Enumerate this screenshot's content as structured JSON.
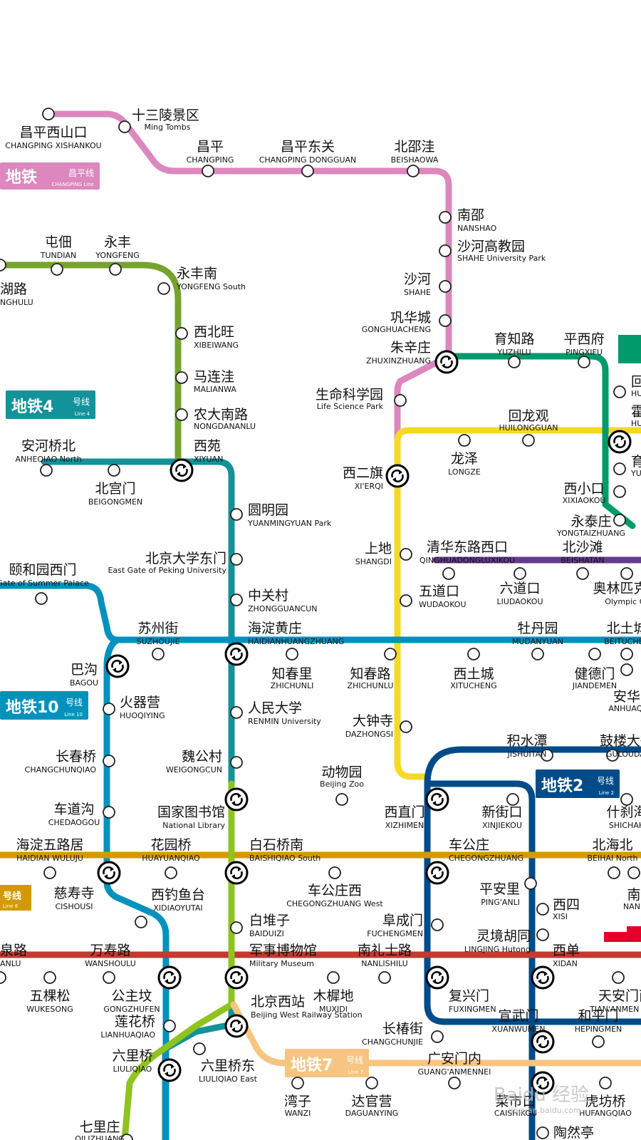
{
  "colors": {
    "changping": "#dc87be",
    "line4": "#14929a",
    "line16": "#76a32e",
    "line13": "#f4da27",
    "line8": "#009b6b",
    "line10": "#0092bc",
    "line15": "#653a8c",
    "line1": "#c23a30",
    "line2": "#004b88",
    "line6": "#d39a00",
    "line7": "#f6c582",
    "line9": "#8fc31f",
    "line5": "#a6217c",
    "cut_red": "#e3002b"
  },
  "badges": {
    "changping": {
      "zh": "地铁",
      "sub": "昌平线",
      "en": "CHANGPING Line"
    },
    "line4": {
      "zh": "地铁4",
      "sub": "号线",
      "en": "Line 4"
    },
    "line10": {
      "zh": "地铁10",
      "sub": "号线",
      "en": "Line 10"
    },
    "line2": {
      "zh": "地铁2",
      "sub": "号线",
      "en": "Line 2"
    },
    "line7": {
      "zh": "地铁7",
      "sub": "号线",
      "en": "Line 7"
    },
    "line6": {
      "zh": "号线",
      "en": "Line 6"
    }
  },
  "stations": [
    {
      "id": "changping-xishankou",
      "zh": "昌平西山口",
      "en": "CHANGPING XISHANKOU"
    },
    {
      "id": "ming-tombs",
      "zh": "十三陵景区",
      "en": "Ming Tombs"
    },
    {
      "id": "changping",
      "zh": "昌平",
      "en": "CHANGPING"
    },
    {
      "id": "changping-dongguan",
      "zh": "昌平东关",
      "en": "CHANGPING DONGGUAN"
    },
    {
      "id": "beishaowa",
      "zh": "北邵洼",
      "en": "BEISHAOWA"
    },
    {
      "id": "nanshao",
      "zh": "南邵",
      "en": "NANSHAO"
    },
    {
      "id": "shahe-univ",
      "zh": "沙河高教园",
      "en": "SHAHE University Park"
    },
    {
      "id": "shahe",
      "zh": "沙河",
      "en": "SHAHE"
    },
    {
      "id": "gonghuacheng",
      "zh": "巩华城",
      "en": "GONGHUACHENG"
    },
    {
      "id": "zhuxinzhuang",
      "zh": "朱辛庄",
      "en": "ZHUXINZHUANG"
    },
    {
      "id": "life-science",
      "zh": "生命科学园",
      "en": "Life Science Park"
    },
    {
      "id": "xierqi",
      "zh": "西二旗",
      "en": "XI'ERQI"
    },
    {
      "id": "tundian",
      "zh": "屯佃",
      "en": "TUNDIAN"
    },
    {
      "id": "yongfeng",
      "zh": "永丰",
      "en": "YONGFENG"
    },
    {
      "id": "hulu",
      "zh": "湖路",
      "en": "NGHULU"
    },
    {
      "id": "yongfeng-south",
      "zh": "永丰南",
      "en": "YONGFENG South"
    },
    {
      "id": "xibeiwang",
      "zh": "西北旺",
      "en": "XIBEIWANG"
    },
    {
      "id": "malianwa",
      "zh": "马连洼",
      "en": "MALIANWA"
    },
    {
      "id": "nongdananlu",
      "zh": "农大南路",
      "en": "NONGDANANLU"
    },
    {
      "id": "xiyuan",
      "zh": "西苑",
      "en": "XIYUAN"
    },
    {
      "id": "anheqiao-north",
      "zh": "安河桥北",
      "en": "ANHEQIAO North"
    },
    {
      "id": "beigongmen",
      "zh": "北宫门",
      "en": "BEIGONGMEN"
    },
    {
      "id": "yuanmingyuan",
      "zh": "圆明园",
      "en": "YUANMINGYUAN Park"
    },
    {
      "id": "pku-east",
      "zh": "北京大学东门",
      "en": "East Gate of Peking University"
    },
    {
      "id": "zhongguancun",
      "zh": "中关村",
      "en": "ZHONGGUANCUN"
    },
    {
      "id": "haidianhuangzhuang",
      "zh": "海淀黄庄",
      "en": "HAIDIANHUANGZHUANG"
    },
    {
      "id": "summer-palace-west",
      "zh": "颐和园西门",
      "en": "Gate of Summer Palace"
    },
    {
      "id": "suzhoujie",
      "zh": "苏州街",
      "en": "SUZHOUJIE"
    },
    {
      "id": "bagou",
      "zh": "巴沟",
      "en": "BAGOU"
    },
    {
      "id": "zhichunli",
      "zh": "知春里",
      "en": "ZHICHUNLI"
    },
    {
      "id": "zhichunlu",
      "zh": "知春路",
      "en": "ZHICHUNLU"
    },
    {
      "id": "xitucheng",
      "zh": "西土城",
      "en": "XITUCHENG"
    },
    {
      "id": "mudanyuan",
      "zh": "牡丹园",
      "en": "MUDANYUAN"
    },
    {
      "id": "jiandemen",
      "zh": "健德门",
      "en": "JIANDEMEN"
    },
    {
      "id": "beituchen",
      "zh": "北土城",
      "en": "BEITUCHEN"
    },
    {
      "id": "anhuaqiao",
      "zh": "安华",
      "en": "ANHUAQI"
    },
    {
      "id": "yuzhilu",
      "zh": "育知路",
      "en": "YUZHILU"
    },
    {
      "id": "pingxifu",
      "zh": "平西府",
      "en": "PINGXIFU"
    },
    {
      "id": "huilongguan",
      "zh": "回龙观",
      "en": "HUILONGGUAN"
    },
    {
      "id": "longze",
      "zh": "龙泽",
      "en": "LONGZE"
    },
    {
      "id": "xixiaokou",
      "zh": "西小口",
      "en": "XIXIAOKOU"
    },
    {
      "id": "yongtaizhuang",
      "zh": "永泰庄",
      "en": "YONGTAIZHUANG"
    },
    {
      "id": "shangdi",
      "zh": "上地",
      "en": "SHANGDI"
    },
    {
      "id": "qinghuadonglu",
      "zh": "清华东路西口",
      "en": "QINGHUADONGLUXIKOU"
    },
    {
      "id": "liudaokou",
      "zh": "六道口",
      "en": "LIUDAOKOU"
    },
    {
      "id": "beishatan",
      "zh": "北沙滩",
      "en": "BEISHATAN"
    },
    {
      "id": "olympic",
      "zh": "奥林匹克公",
      "en": "Olympic Gr"
    },
    {
      "id": "wudaokou",
      "zh": "五道口",
      "en": "WUDAOKOU"
    },
    {
      "id": "huoqiying",
      "zh": "火器营",
      "en": "HUOQIYING"
    },
    {
      "id": "renmin-univ",
      "zh": "人民大学",
      "en": "RENMIN University"
    },
    {
      "id": "dazhongsi",
      "zh": "大钟寺",
      "en": "DAZHONGSI"
    },
    {
      "id": "changchunqiao",
      "zh": "长春桥",
      "en": "CHANGCHUNQIAO"
    },
    {
      "id": "weigongcun",
      "zh": "魏公村",
      "en": "WEIGONGCUN"
    },
    {
      "id": "beijing-zoo",
      "zh": "动物园",
      "en": "Beijing Zoo"
    },
    {
      "id": "jishuitan",
      "zh": "积水潭",
      "en": "JISHUITAN"
    },
    {
      "id": "guloudajie",
      "zh": "鼓楼大街",
      "en": "GULOUDAJ"
    },
    {
      "id": "chedaogou",
      "zh": "车道沟",
      "en": "CHEDAOGOU"
    },
    {
      "id": "national-library",
      "zh": "国家图书馆",
      "en": "National Library"
    },
    {
      "id": "xizhimen",
      "zh": "西直门",
      "en": "XIZHIMEN"
    },
    {
      "id": "xinjiekou",
      "zh": "新街口",
      "en": "XINJIEKOU"
    },
    {
      "id": "shichahai",
      "zh": "什刹海",
      "en": "SHICHAH"
    },
    {
      "id": "haidian-wuluju",
      "zh": "海淀五路居",
      "en": "HAIDIAN WULUJU"
    },
    {
      "id": "huayuanqiao",
      "zh": "花园桥",
      "en": "HUAYUANQIAO"
    },
    {
      "id": "baishiqiao-south",
      "zh": "白石桥南",
      "en": "BAISHIQIAO South"
    },
    {
      "id": "chegongzhuang",
      "zh": "车公庄",
      "en": "CHEGONGZHUANG"
    },
    {
      "id": "beihai-north",
      "zh": "北海北",
      "en": "BEIHAI North"
    },
    {
      "id": "nanluoguxiang",
      "zh": "南",
      "en": "NANL"
    },
    {
      "id": "cishousi",
      "zh": "慈寿寺",
      "en": "CISHOUSI"
    },
    {
      "id": "chegongzhuang-west",
      "zh": "车公庄西",
      "en": "CHEGONGZHUANG West"
    },
    {
      "id": "pinganli",
      "zh": "平安里",
      "en": "PING'ANLI"
    },
    {
      "id": "xidiaoyutai",
      "zh": "西钓鱼台",
      "en": "XIDIAOYUTAI"
    },
    {
      "id": "baiduizi",
      "zh": "白堆子",
      "en": "BAIDUIZI"
    },
    {
      "id": "fuchengmen",
      "zh": "阜成门",
      "en": "FUCHENGMEN"
    },
    {
      "id": "xisi",
      "zh": "西四",
      "en": "XISI"
    },
    {
      "id": "lingjing-hutong",
      "zh": "灵境胡同",
      "en": "LINGJING Hutong"
    },
    {
      "id": "xidan",
      "zh": "西单",
      "en": "XIDAN"
    },
    {
      "id": "wanshoulu",
      "zh": "万寿路",
      "en": "WANSHOULU"
    },
    {
      "id": "military-museum",
      "zh": "军事博物馆",
      "en": "Military Museum"
    },
    {
      "id": "nanlishilu",
      "zh": "南礼士路",
      "en": "NANLISHILU"
    },
    {
      "id": "yuquanlu",
      "zh": "泉路",
      "en": "ANLU"
    },
    {
      "id": "wukesong",
      "zh": "五棵松",
      "en": "WUKESONG"
    },
    {
      "id": "gongzhufen",
      "zh": "公主坟",
      "en": "GONGZHUFEN"
    },
    {
      "id": "muxidi",
      "zh": "木樨地",
      "en": "MUXIDI"
    },
    {
      "id": "fuxingmen",
      "zh": "复兴门",
      "en": "FUXINGMEN"
    },
    {
      "id": "tiananmen-west",
      "zh": "天安门西",
      "en": "TIAN'ANMEN West"
    },
    {
      "id": "lianhuaqiao",
      "zh": "莲花桥",
      "en": "LIANHUAQIAO"
    },
    {
      "id": "beijing-west",
      "zh": "北京西站",
      "en": "Beijing West Railway Station"
    },
    {
      "id": "changchunjie",
      "zh": "长椿街",
      "en": "CHANGCHUNJIE"
    },
    {
      "id": "xuanwumen",
      "zh": "宣武门",
      "en": "XUANWUMEN"
    },
    {
      "id": "hepingmen",
      "zh": "和平门",
      "en": "HEPINGMEN"
    },
    {
      "id": "liuliqiao",
      "zh": "六里桥",
      "en": "LIULIQIAO"
    },
    {
      "id": "liuliqiao-east",
      "zh": "六里桥东",
      "en": "LIULIQIAO East"
    },
    {
      "id": "guanganmennei",
      "zh": "广安门内",
      "en": "GUANG'ANMENNEI"
    },
    {
      "id": "wanzi",
      "zh": "湾子",
      "en": "WANZI"
    },
    {
      "id": "daguanying",
      "zh": "达官营",
      "en": "DAGUANYING"
    },
    {
      "id": "caishikou",
      "zh": "菜市口",
      "en": "CAISHIKOU"
    },
    {
      "id": "hufangqiao",
      "zh": "虎坊桥",
      "en": "HUFANGQIAO"
    },
    {
      "id": "taoranting",
      "zh": "陶然亭",
      "en": ""
    },
    {
      "id": "qilizhuang",
      "zh": "七里庄",
      "en": "QILIZHUANG"
    },
    {
      "id": "huilongguan-dongdajie",
      "zh": "回",
      "en": "HU"
    },
    {
      "id": "huoying",
      "zh": "霍",
      "en": "HU"
    },
    {
      "id": "yuxin",
      "zh": "育",
      "en": "YU"
    }
  ],
  "watermark": "Baidu 经验",
  "watermark_url": "jingyan.baidu.com"
}
